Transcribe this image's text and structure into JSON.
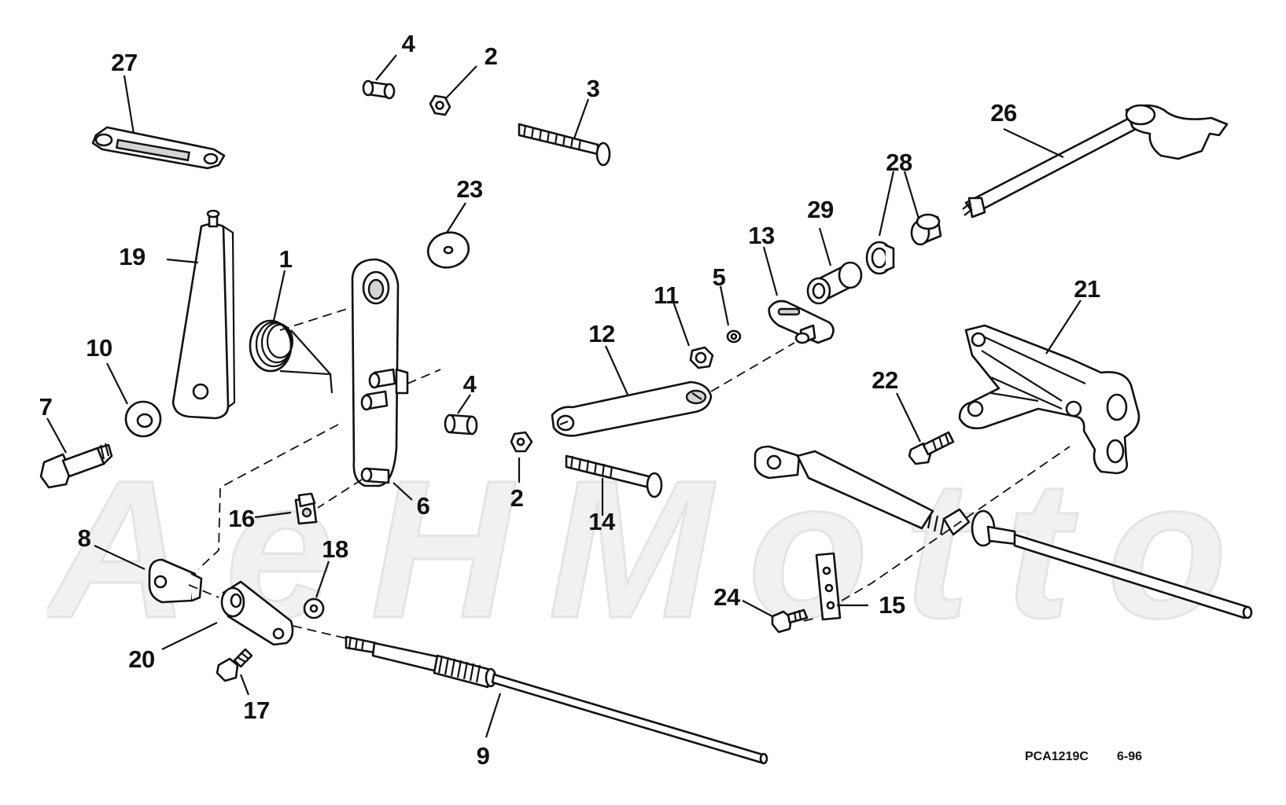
{
  "figure": {
    "code": "PCA1219C",
    "date": "6-96",
    "watermark_text": "AeHMotto"
  },
  "callouts": [
    {
      "id": "c27",
      "text": "27"
    },
    {
      "id": "c4a",
      "text": "4"
    },
    {
      "id": "c2a",
      "text": "2"
    },
    {
      "id": "c3",
      "text": "3"
    },
    {
      "id": "c26",
      "text": "26"
    },
    {
      "id": "c28",
      "text": "28"
    },
    {
      "id": "c23",
      "text": "23"
    },
    {
      "id": "c29",
      "text": "29"
    },
    {
      "id": "c13",
      "text": "13"
    },
    {
      "id": "c19",
      "text": "19"
    },
    {
      "id": "c1",
      "text": "1"
    },
    {
      "id": "c5",
      "text": "5"
    },
    {
      "id": "c11",
      "text": "11"
    },
    {
      "id": "c21",
      "text": "21"
    },
    {
      "id": "c12",
      "text": "12"
    },
    {
      "id": "c10",
      "text": "10"
    },
    {
      "id": "c4b",
      "text": "4"
    },
    {
      "id": "c22",
      "text": "22"
    },
    {
      "id": "c7",
      "text": "7"
    },
    {
      "id": "c6",
      "text": "6"
    },
    {
      "id": "c2b",
      "text": "2"
    },
    {
      "id": "c16",
      "text": "16"
    },
    {
      "id": "c14",
      "text": "14"
    },
    {
      "id": "c8",
      "text": "8"
    },
    {
      "id": "c18",
      "text": "18"
    },
    {
      "id": "c24",
      "text": "24"
    },
    {
      "id": "c15",
      "text": "15"
    },
    {
      "id": "c20",
      "text": "20"
    },
    {
      "id": "c17",
      "text": "17"
    },
    {
      "id": "c9",
      "text": "9"
    }
  ]
}
